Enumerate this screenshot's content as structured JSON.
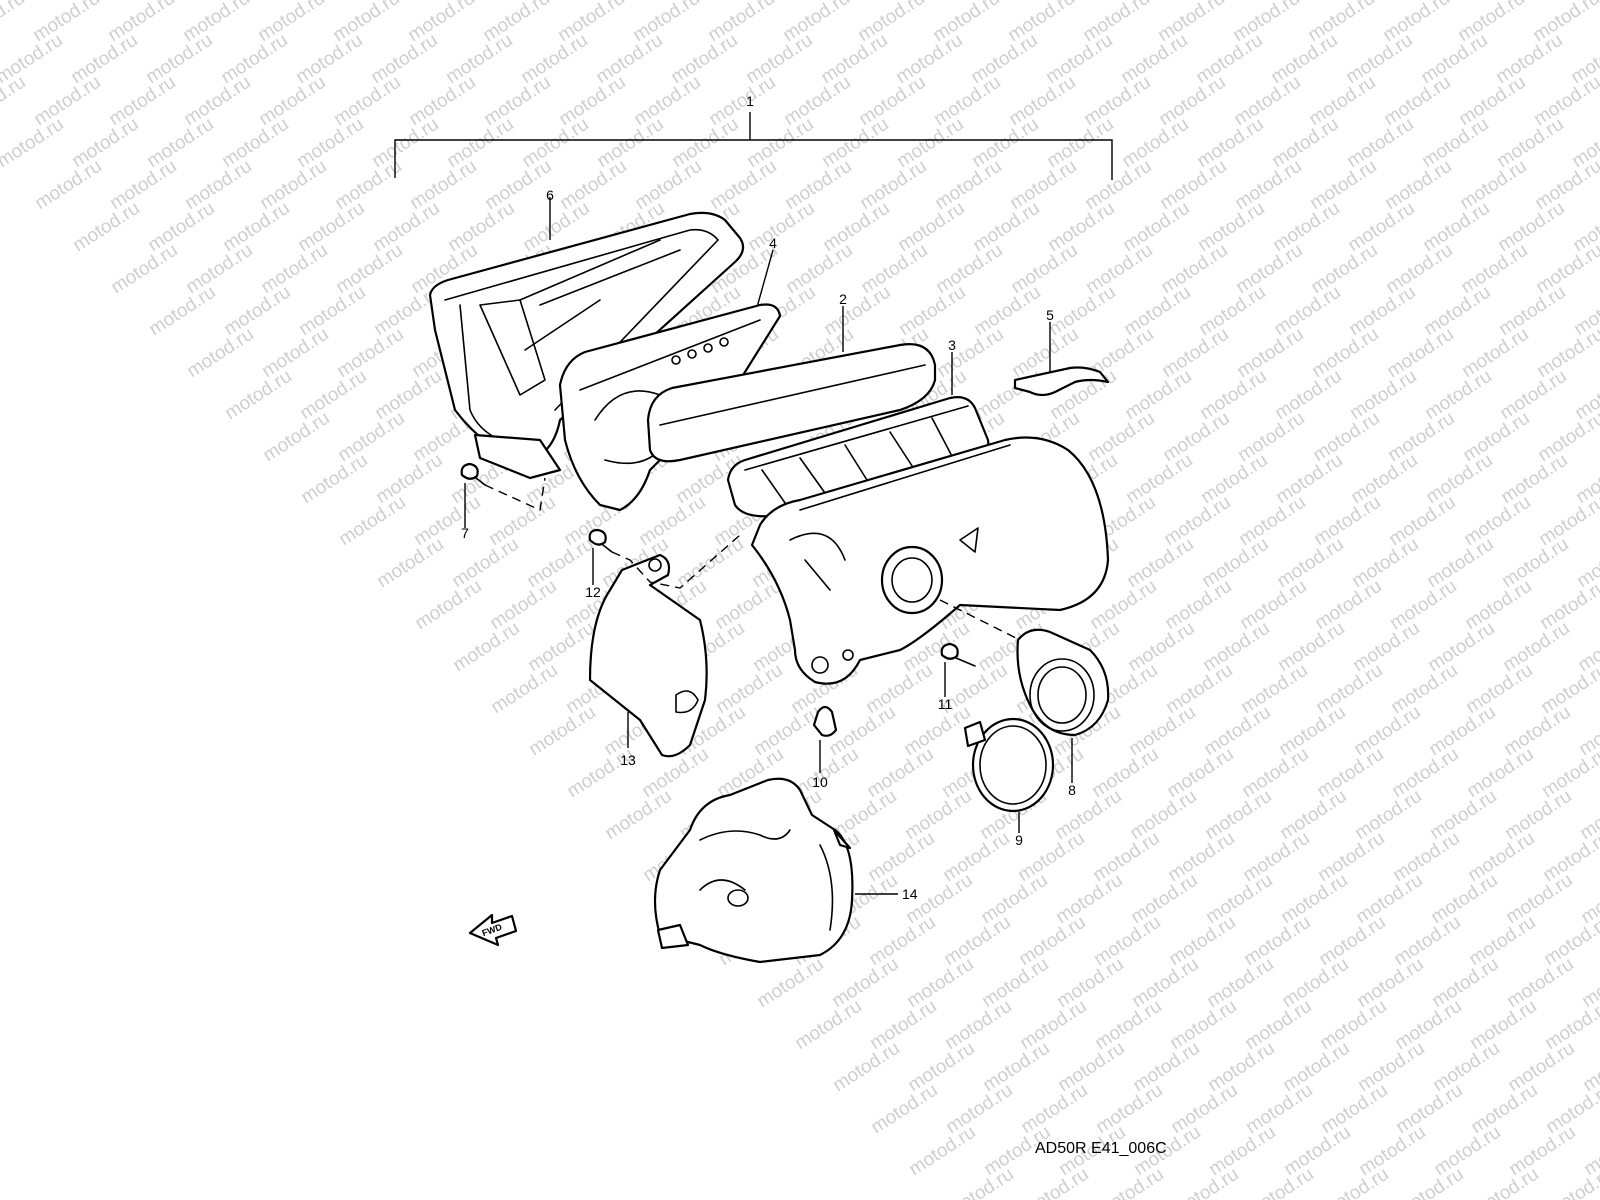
{
  "watermark": "motod.ru",
  "figure_code": "AD50R E41_006C",
  "callouts": {
    "c1": "1",
    "c2": "2",
    "c3": "3",
    "c4": "4",
    "c5": "5",
    "c6": "6",
    "c7": "7",
    "c8": "8",
    "c9": "9",
    "c10": "10",
    "c11": "11",
    "c12": "12",
    "c13": "13",
    "c14": "14"
  },
  "direction_badge": "FWD"
}
